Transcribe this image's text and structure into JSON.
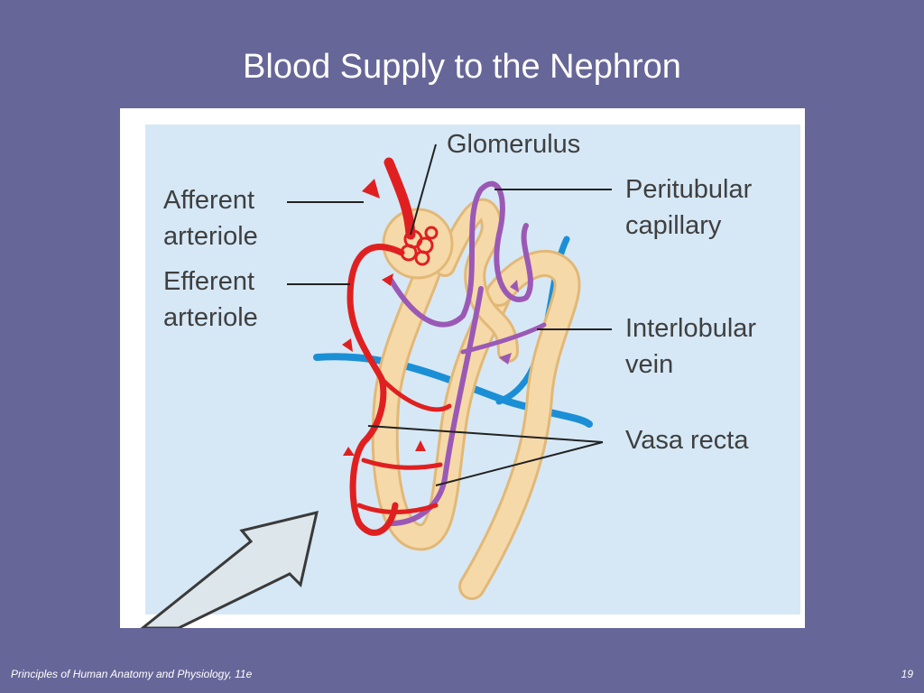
{
  "slide": {
    "title": "Blood Supply to the Nephron",
    "footer": "Principles of Human Anatomy and Physiology, 11e",
    "page_number": "19"
  },
  "diagram": {
    "labels": {
      "glomerulus": "Glomerulus",
      "afferent": "Afferent\narteriole",
      "efferent": "Efferent\narteriole",
      "peritubular": "Peritubular\ncapillary",
      "interlobular": "Interlobular\nvein",
      "vasa_recta": "Vasa recta"
    },
    "colors": {
      "slide_background": "#676699",
      "diagram_background": "#d6e8f6",
      "tubule": "#f6d9a8",
      "artery": "#e02020",
      "capillary": "#9b59b6",
      "vein": "#1b8fd6",
      "label_text": "#3f3f3f"
    }
  }
}
